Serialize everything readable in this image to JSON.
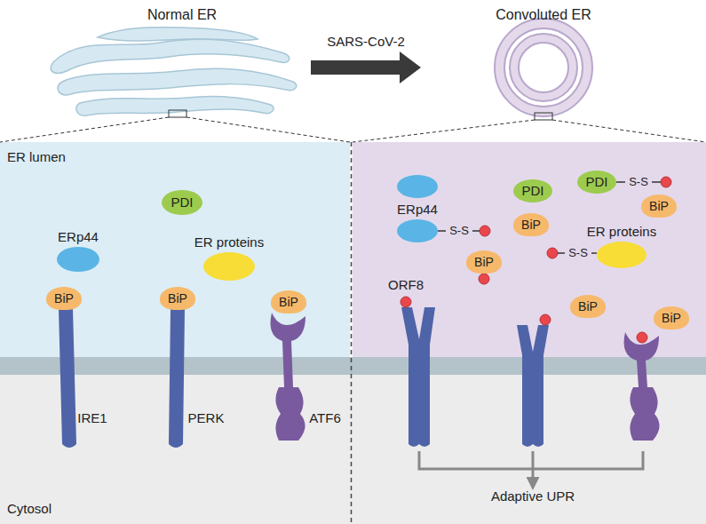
{
  "diagram": {
    "nodes": [
      {
        "text": [
          "ER lumen",
          "Cytosol"
        ]
      },
      {
        "text": [
          "PDI"
        ],
        "in": 0
      },
      {
        "text": [
          "ERp44"
        ],
        "in": 0
      },
      {
        "text": [
          "ER proteins"
        ],
        "in": 0
      },
      {
        "text": [
          "BiP"
        ],
        "in": 0
      },
      {
        "text": [
          "BiP"
        ],
        "in": 0
      },
      {
        "text": [
          "BiP"
        ],
        "in": 0
      },
      {
        "text": [
          "Adaptive UPR"
        ]
      },
      {
        "text": [
          "PDI"
        ],
        "in": 7
      },
      {
        "text": [
          "PDI"
        ],
        "in": 7
      },
      {
        "text": [
          "ERp44"
        ],
        "in": 7
      },
      {
        "text": [
          "ER proteins"
        ],
        "in": 7
      },
      {
        "text": [
          "BiP"
        ],
        "in": 7
      },
      {
        "text": [
          "BiP"
        ],
        "in": 7
      },
      {
        "text": [
          "BiP"
        ],
        "in": 7
      },
      {
        "text": [
          "BiP"
        ],
        "in": 7
      },
      {
        "text": [
          "BiP"
        ],
        "in": 7
      }
    ],
    "labels": [
      "Normal ER",
      "SARS-CoV-2",
      "Convoluted ER",
      "IRE1",
      "PERK",
      "ATF6",
      "ORF8",
      "S-S",
      "S-S",
      "S-S"
    ]
  }
}
